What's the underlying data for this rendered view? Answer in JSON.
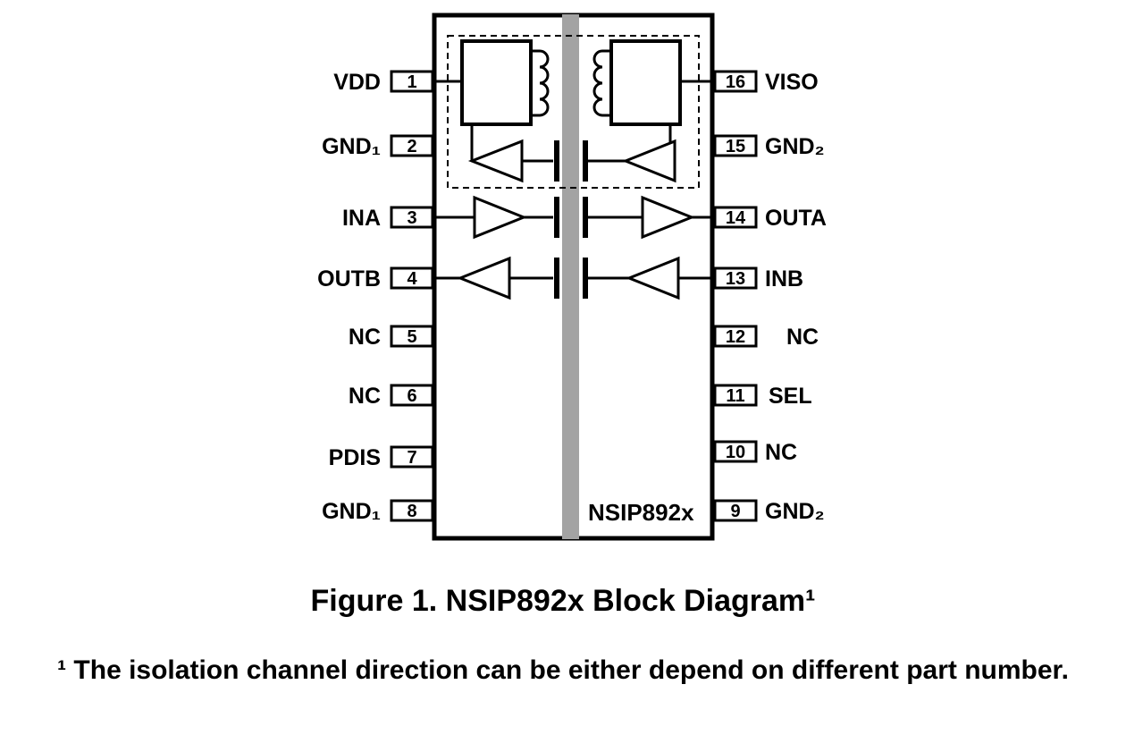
{
  "diagram": {
    "chip_label": "NSIP892x",
    "isolation_bar_color": "#a3a3a3",
    "left_pins": [
      {
        "num": "1",
        "label": "VDD"
      },
      {
        "num": "2",
        "label": "GND₁"
      },
      {
        "num": "3",
        "label": "INA"
      },
      {
        "num": "4",
        "label": "OUTB"
      },
      {
        "num": "5",
        "label": "NC"
      },
      {
        "num": "6",
        "label": "NC"
      },
      {
        "num": "7",
        "label": "PDIS"
      },
      {
        "num": "8",
        "label": "GND₁"
      }
    ],
    "right_pins": [
      {
        "num": "16",
        "label": "VISO"
      },
      {
        "num": "15",
        "label": "GND₂"
      },
      {
        "num": "14",
        "label": "OUTA"
      },
      {
        "num": "13",
        "label": "INB"
      },
      {
        "num": "12",
        "label": "NC"
      },
      {
        "num": "11",
        "label": "SEL"
      },
      {
        "num": "10",
        "label": "NC"
      },
      {
        "num": "9",
        "label": "GND₂"
      }
    ]
  },
  "caption": "Figure 1. NSIP892x Block Diagram¹",
  "footnote": "¹ The isolation channel direction can be either depend on different part number."
}
